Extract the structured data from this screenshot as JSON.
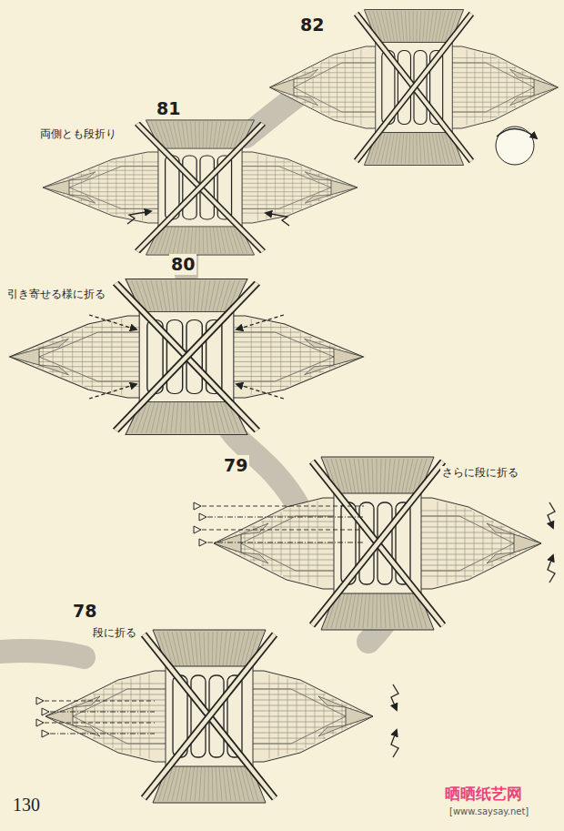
{
  "diagram": {
    "labels": [
      "82",
      "81",
      "両側とも段折り",
      "80",
      "引き寄せる様に折る",
      "79",
      "さらに段に折る",
      "78",
      "段に折る",
      "130",
      "晒晒纸艺网",
      "[www.saysay.net]"
    ]
  }
}
